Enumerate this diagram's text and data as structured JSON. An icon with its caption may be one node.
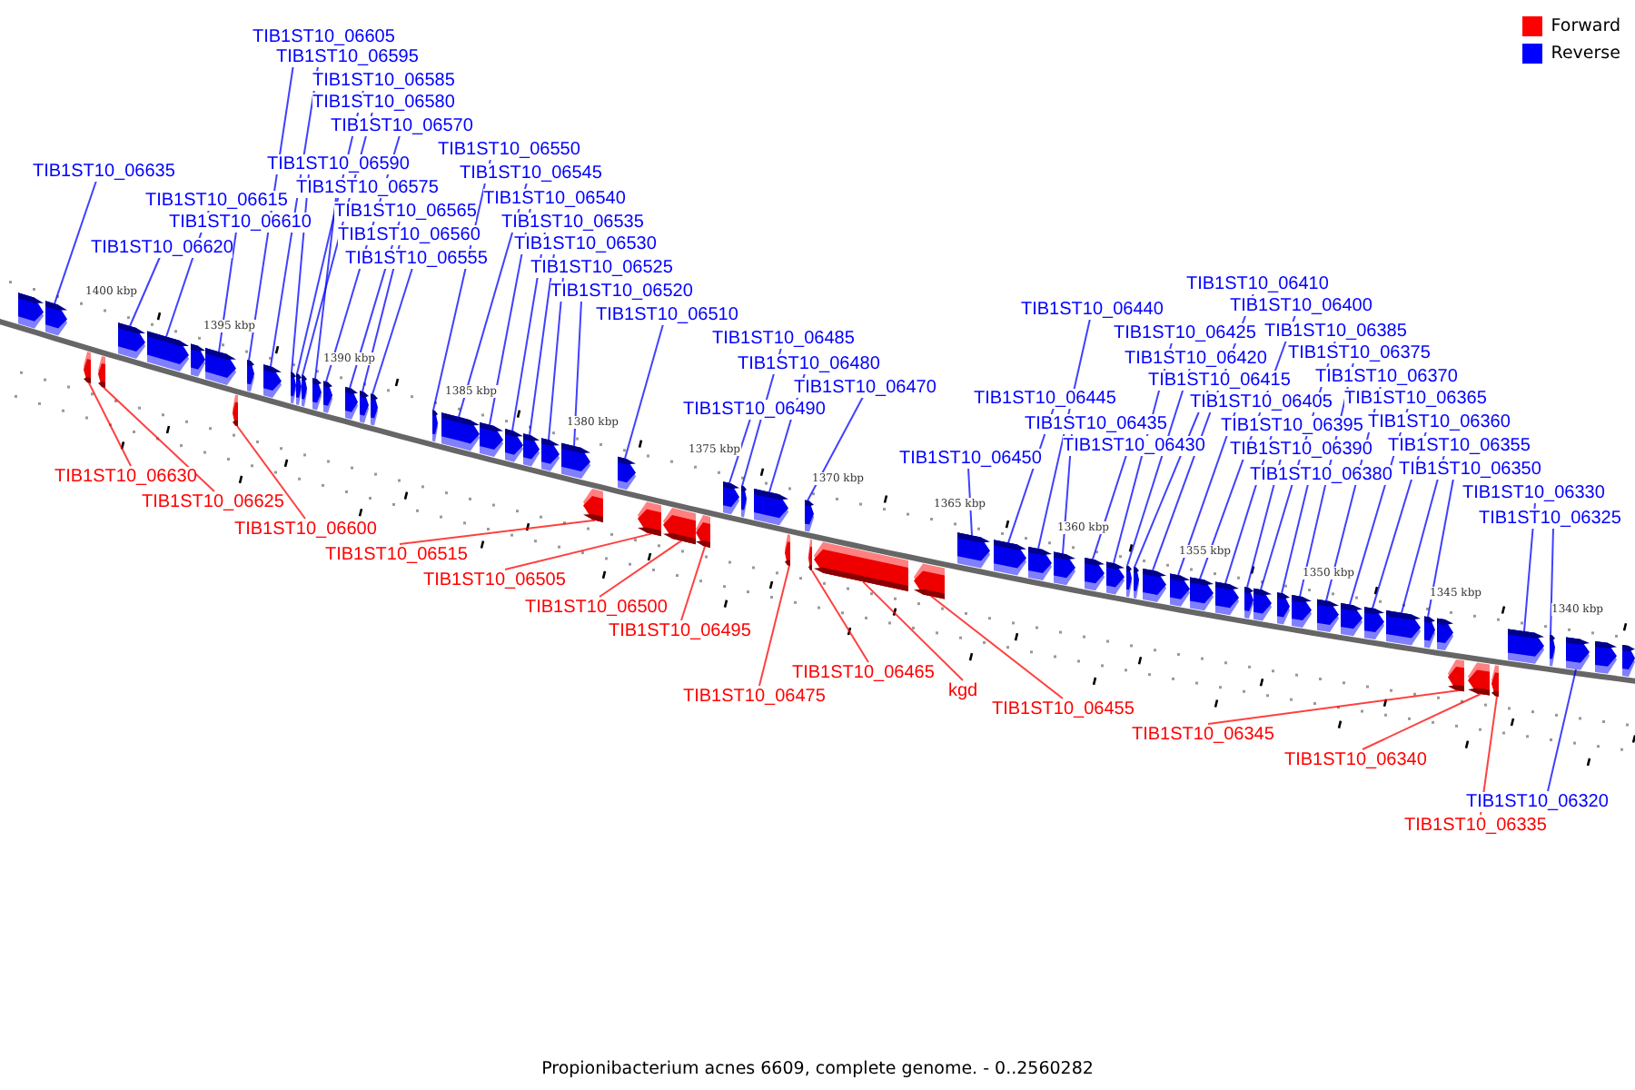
{
  "diagram": {
    "caption": "Propionibacterium acnes 6609, complete genome. - 0..2560282",
    "nodes": [
      {
        "text": [
          "TIB1ST10_06605"
        ]
      },
      {
        "text": [
          "TIB1ST10_06595"
        ]
      },
      {
        "text": [
          "TIB1ST10_06585"
        ]
      },
      {
        "text": [
          "TIB1ST10_06580"
        ]
      },
      {
        "text": [
          "TIB1ST10_06570"
        ]
      },
      {
        "text": [
          "TIB1ST10_06550"
        ]
      },
      {
        "text": [
          "TIB1ST10_06590"
        ]
      },
      {
        "text": [
          "TIB1ST10_06635"
        ]
      },
      {
        "text": [
          "TIB1ST10_06545"
        ]
      },
      {
        "text": [
          "TIB1ST10_06575"
        ]
      },
      {
        "text": [
          "TIB1ST10_06540"
        ]
      },
      {
        "text": [
          "TIB1ST10_06615"
        ]
      },
      {
        "text": [
          "TIB1ST10_06565"
        ]
      },
      {
        "text": [
          "TIB1ST10_06610"
        ]
      },
      {
        "text": [
          "TIB1ST10_06535"
        ]
      },
      {
        "text": [
          "TIB1ST10_06560"
        ]
      },
      {
        "text": [
          "TIB1ST10_06620"
        ]
      },
      {
        "text": [
          "TIB1ST10_06530"
        ]
      },
      {
        "text": [
          "TIB1ST10_06555"
        ]
      },
      {
        "text": [
          "TIB1ST10_06525"
        ]
      },
      {
        "text": [
          "TIB1ST10_06520"
        ]
      },
      {
        "text": [
          "TIB1ST10_06410"
        ]
      },
      {
        "text": [
          "TIB1ST10_06400"
        ]
      },
      {
        "text": [
          "TIB1ST10_06440"
        ]
      },
      {
        "text": [
          "TIB1ST10_06510"
        ]
      },
      {
        "text": [
          "TIB1ST10_06425"
        ]
      },
      {
        "text": [
          "TIB1ST10_06385"
        ]
      },
      {
        "text": [
          "TIB1ST10_06485"
        ]
      },
      {
        "text": [
          "TIB1ST10_06375"
        ]
      },
      {
        "text": [
          "TIB1ST10_06420"
        ]
      },
      {
        "text": [
          "TIB1ST10_06480"
        ]
      },
      {
        "text": [
          "TIB1ST10_06370"
        ]
      },
      {
        "text": [
          "TIB1ST10_06415"
        ]
      },
      {
        "text": [
          "TIB1ST10_06470"
        ]
      },
      {
        "text": [
          "TIB1ST10_06445"
        ]
      },
      {
        "text": [
          "TIB1ST10_06365"
        ]
      },
      {
        "text": [
          "TIB1ST10_06405"
        ]
      },
      {
        "text": [
          "TIB1ST10_06490"
        ]
      },
      {
        "text": [
          "TIB1ST10_06435"
        ]
      },
      {
        "text": [
          "TIB1ST10_06360"
        ]
      },
      {
        "text": [
          "TIB1ST10_06395"
        ]
      },
      {
        "text": [
          "TIB1ST10_06430"
        ]
      },
      {
        "text": [
          "TIB1ST10_06390"
        ]
      },
      {
        "text": [
          "TIB1ST10_06355"
        ]
      },
      {
        "text": [
          "TIB1ST10_06450"
        ]
      },
      {
        "text": [
          "TIB1ST10_06350"
        ]
      },
      {
        "text": [
          "TIB1ST10_06380"
        ]
      },
      {
        "text": [
          "TIB1ST10_06330"
        ]
      },
      {
        "text": [
          "TIB1ST10_06325"
        ]
      },
      {
        "text": [
          "TIB1ST10_06630"
        ]
      },
      {
        "text": [
          "TIB1ST10_06625"
        ]
      },
      {
        "text": [
          "TIB1ST10_06600"
        ]
      },
      {
        "text": [
          "TIB1ST10_06515"
        ]
      },
      {
        "text": [
          "TIB1ST10_06505"
        ]
      },
      {
        "text": [
          "TIB1ST10_06500"
        ]
      },
      {
        "text": [
          "TIB1ST10_06495"
        ]
      },
      {
        "text": [
          "TIB1ST10_06465"
        ]
      },
      {
        "text": [
          "TIB1ST10_06475"
        ]
      },
      {
        "text": [
          "kgd"
        ]
      },
      {
        "text": [
          "TIB1ST10_06455"
        ]
      },
      {
        "text": [
          "TIB1ST10_06345"
        ]
      },
      {
        "text": [
          "TIB1ST10_06340"
        ]
      },
      {
        "text": [
          "TIB1ST10_06320"
        ]
      },
      {
        "text": [
          "TIB1ST10_06335"
        ]
      },
      {
        "text": [],
        "shape": "arrow"
      },
      {
        "text": [],
        "shape": "arrow"
      },
      {
        "text": [],
        "shape": "arrow"
      },
      {
        "text": [],
        "shape": "arrow"
      },
      {
        "text": [],
        "shape": "arrow"
      },
      {
        "text": [],
        "shape": "arrow"
      },
      {
        "text": [],
        "shape": "arrow"
      },
      {
        "text": [],
        "shape": "arrow"
      },
      {
        "text": [],
        "shape": "arrow"
      },
      {
        "text": [],
        "shape": "arrow"
      },
      {
        "text": [],
        "shape": "arrow"
      },
      {
        "text": [],
        "shape": "arrow"
      },
      {
        "text": [],
        "shape": "arrow"
      },
      {
        "text": [],
        "shape": "arrow"
      },
      {
        "text": [],
        "shape": "arrow"
      },
      {
        "text": [],
        "shape": "arrow"
      },
      {
        "text": [],
        "shape": "arrow"
      },
      {
        "text": [],
        "shape": "arrow"
      },
      {
        "text": [],
        "shape": "arrow"
      },
      {
        "text": [],
        "shape": "arrow"
      },
      {
        "text": [],
        "shape": "arrow"
      },
      {
        "text": [],
        "shape": "arrow"
      },
      {
        "text": [],
        "shape": "arrow"
      },
      {
        "text": [],
        "shape": "arrow"
      },
      {
        "text": [],
        "shape": "arrow"
      },
      {
        "text": [],
        "shape": "arrow"
      },
      {
        "text": [],
        "shape": "arrow"
      },
      {
        "text": [],
        "shape": "arrow"
      },
      {
        "text": [],
        "shape": "arrow"
      },
      {
        "text": [],
        "shape": "arrow"
      },
      {
        "text": [],
        "shape": "arrow"
      },
      {
        "text": [],
        "shape": "arrow"
      },
      {
        "text": [],
        "shape": "arrow"
      },
      {
        "text": [],
        "shape": "arrow"
      },
      {
        "text": [],
        "shape": "arrow"
      },
      {
        "text": [],
        "shape": "arrow"
      },
      {
        "text": [],
        "shape": "arrow"
      },
      {
        "text": [],
        "shape": "arrow"
      },
      {
        "text": [],
        "shape": "arrow"
      },
      {
        "text": [],
        "shape": "arrow"
      },
      {
        "text": [],
        "shape": "arrow"
      },
      {
        "text": [],
        "shape": "arrow"
      },
      {
        "text": [],
        "shape": "arrow"
      },
      {
        "text": [],
        "shape": "arrow"
      },
      {
        "text": [],
        "shape": "arrow"
      },
      {
        "text": [],
        "shape": "arrow"
      },
      {
        "text": [],
        "shape": "arrow"
      },
      {
        "text": [],
        "shape": "arrow"
      },
      {
        "text": [],
        "shape": "arrow"
      },
      {
        "text": [],
        "shape": "arrow"
      },
      {
        "text": [],
        "shape": "arrow"
      },
      {
        "text": [],
        "shape": "arrow"
      },
      {
        "text": [],
        "shape": "arrow"
      },
      {
        "text": [],
        "shape": "arrow"
      },
      {
        "text": [],
        "shape": "arrow"
      },
      {
        "text": [],
        "shape": "arrow"
      },
      {
        "text": [],
        "shape": "arrow"
      },
      {
        "text": [],
        "shape": "arrow"
      },
      {
        "text": [],
        "shape": "arrow"
      },
      {
        "text": [],
        "shape": "arrow"
      },
      {
        "text": [],
        "shape": "arrow"
      },
      {
        "text": [],
        "shape": "arrow"
      },
      {
        "text": [],
        "shape": "arrow"
      },
      {
        "text": [],
        "shape": "arrow"
      },
      {
        "text": [],
        "shape": "arrow"
      },
      {
        "text": [],
        "shape": "arrow"
      },
      {
        "text": [],
        "shape": "arrow"
      },
      {
        "text": [],
        "shape": "arrow"
      },
      {
        "text": [],
        "shape": "arrow"
      }
    ],
    "edges": [
      {
        "from": 0,
        "to": 73,
        "arrow": "none"
      },
      {
        "from": 1,
        "to": 74,
        "arrow": "none"
      },
      {
        "from": 2,
        "to": 76,
        "arrow": "none"
      },
      {
        "from": 3,
        "to": 77,
        "arrow": "none"
      },
      {
        "from": 4,
        "to": 79,
        "arrow": "none"
      },
      {
        "from": 5,
        "to": 83,
        "arrow": "none"
      },
      {
        "from": 6,
        "to": 75,
        "arrow": "none"
      },
      {
        "from": 7,
        "to": 65,
        "arrow": "none"
      },
      {
        "from": 8,
        "to": 84,
        "arrow": "none"
      },
      {
        "from": 9,
        "to": 78,
        "arrow": "none"
      },
      {
        "from": 10,
        "to": 85,
        "arrow": "none"
      },
      {
        "from": 11,
        "to": 69,
        "arrow": "none"
      },
      {
        "from": 12,
        "to": 80,
        "arrow": "none"
      },
      {
        "from": 13,
        "to": 71,
        "arrow": "none"
      },
      {
        "from": 14,
        "to": 86,
        "arrow": "none"
      },
      {
        "from": 15,
        "to": 81,
        "arrow": "none"
      },
      {
        "from": 16,
        "to": 68,
        "arrow": "none"
      },
      {
        "from": 17,
        "to": 87,
        "arrow": "none"
      },
      {
        "from": 18,
        "to": 82,
        "arrow": "none"
      },
      {
        "from": 19,
        "to": 88,
        "arrow": "none"
      },
      {
        "from": 20,
        "to": 89,
        "arrow": "none"
      },
      {
        "from": 21,
        "to": 111,
        "arrow": "none"
      },
      {
        "from": 22,
        "to": 113,
        "arrow": "none"
      },
      {
        "from": 23,
        "to": 105,
        "arrow": "none"
      },
      {
        "from": 24,
        "to": 91,
        "arrow": "none"
      },
      {
        "from": 25,
        "to": 108,
        "arrow": "none"
      },
      {
        "from": 26,
        "to": 116,
        "arrow": "none"
      },
      {
        "from": 27,
        "to": 96,
        "arrow": "none"
      },
      {
        "from": 28,
        "to": 118,
        "arrow": "none"
      },
      {
        "from": 29,
        "to": 109,
        "arrow": "none"
      },
      {
        "from": 30,
        "to": 97,
        "arrow": "none"
      },
      {
        "from": 31,
        "to": 119,
        "arrow": "none"
      },
      {
        "from": 32,
        "to": 110,
        "arrow": "none"
      },
      {
        "from": 33,
        "to": 99,
        "arrow": "none"
      },
      {
        "from": 34,
        "to": 104,
        "arrow": "none"
      },
      {
        "from": 35,
        "to": 120,
        "arrow": "none"
      },
      {
        "from": 36,
        "to": 112,
        "arrow": "none"
      },
      {
        "from": 37,
        "to": 95,
        "arrow": "none"
      },
      {
        "from": 38,
        "to": 106,
        "arrow": "none"
      },
      {
        "from": 39,
        "to": 121,
        "arrow": "none"
      },
      {
        "from": 40,
        "to": 114,
        "arrow": "none"
      },
      {
        "from": 41,
        "to": 107,
        "arrow": "none"
      },
      {
        "from": 42,
        "to": 115,
        "arrow": "none"
      },
      {
        "from": 43,
        "to": 122,
        "arrow": "none"
      },
      {
        "from": 44,
        "to": 103,
        "arrow": "none"
      },
      {
        "from": 45,
        "to": 123,
        "arrow": "none"
      },
      {
        "from": 46,
        "to": 117,
        "arrow": "none"
      },
      {
        "from": 47,
        "to": 128,
        "arrow": "none"
      },
      {
        "from": 48,
        "to": 129,
        "arrow": "none"
      },
      {
        "from": 49,
        "to": 66,
        "arrow": "none",
        "color": "#ff0000"
      },
      {
        "from": 50,
        "to": 67,
        "arrow": "none",
        "color": "#ff0000"
      },
      {
        "from": 51,
        "to": 72,
        "arrow": "none",
        "color": "#ff0000"
      },
      {
        "from": 52,
        "to": 90,
        "arrow": "none",
        "color": "#ff0000"
      },
      {
        "from": 53,
        "to": 92,
        "arrow": "none",
        "color": "#ff0000"
      },
      {
        "from": 54,
        "to": 93,
        "arrow": "none",
        "color": "#ff0000"
      },
      {
        "from": 55,
        "to": 94,
        "arrow": "none",
        "color": "#ff0000"
      },
      {
        "from": 56,
        "to": 100,
        "arrow": "none",
        "color": "#ff0000"
      },
      {
        "from": 57,
        "to": 98,
        "arrow": "none",
        "color": "#ff0000"
      },
      {
        "from": 58,
        "to": 101,
        "arrow": "none",
        "color": "#ff0000"
      },
      {
        "from": 59,
        "to": 102,
        "arrow": "none",
        "color": "#ff0000"
      },
      {
        "from": 60,
        "to": 125,
        "arrow": "none",
        "color": "#ff0000"
      },
      {
        "from": 61,
        "to": 126,
        "arrow": "none",
        "color": "#ff0000"
      },
      {
        "from": 62,
        "to": 130,
        "arrow": "none"
      },
      {
        "from": 63,
        "to": 127,
        "arrow": "none",
        "color": "#ff0000"
      }
    ],
    "labels": [
      "1400 kbp",
      "1395 kbp",
      "1390 kbp",
      "1385 kbp",
      "1380 kbp",
      "1375 kbp",
      "1370 kbp",
      "1365 kbp",
      "1360 kbp",
      "1355 kbp",
      "1350 kbp",
      "1345 kbp",
      "1340 kbp"
    ],
    "legend": [
      {
        "text": "Forward",
        "color": "#ff0000"
      },
      {
        "text": "Reverse",
        "color": "#0000ff"
      }
    ]
  }
}
